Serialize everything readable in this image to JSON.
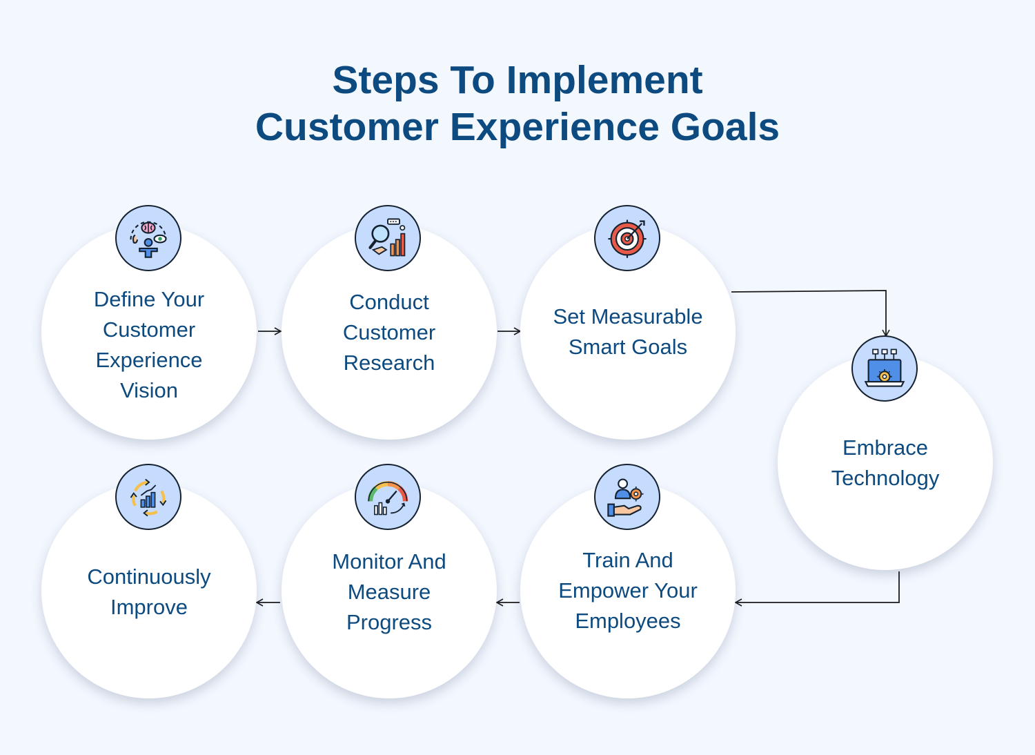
{
  "title": {
    "line1": "Steps To Implement",
    "line2": "Customer Experience Goals"
  },
  "colors": {
    "background": "#f3f7fe",
    "heading": "#0d4a7f",
    "node": "#ffffff",
    "badge": "#c6dcff",
    "connector": "#1a1a1a"
  },
  "steps": [
    {
      "lines": [
        "Define Your",
        "Customer",
        "Experience",
        "Vision"
      ],
      "icon": "vision-brain-eye-icon"
    },
    {
      "lines": [
        "Conduct",
        "Customer",
        "Research"
      ],
      "icon": "research-magnifier-chart-icon"
    },
    {
      "lines": [
        "Set Measurable",
        "Smart Goals"
      ],
      "icon": "target-arrow-icon"
    },
    {
      "lines": [
        "Embrace",
        "Technology"
      ],
      "icon": "laptop-gear-network-icon"
    },
    {
      "lines": [
        "Train And",
        "Empower Your",
        "Employees"
      ],
      "icon": "hand-person-gear-icon"
    },
    {
      "lines": [
        "Monitor And",
        "Measure",
        "Progress"
      ],
      "icon": "gauge-chart-icon"
    },
    {
      "lines": [
        "Continuously",
        "Improve"
      ],
      "icon": "cycle-growth-chart-icon"
    }
  ]
}
